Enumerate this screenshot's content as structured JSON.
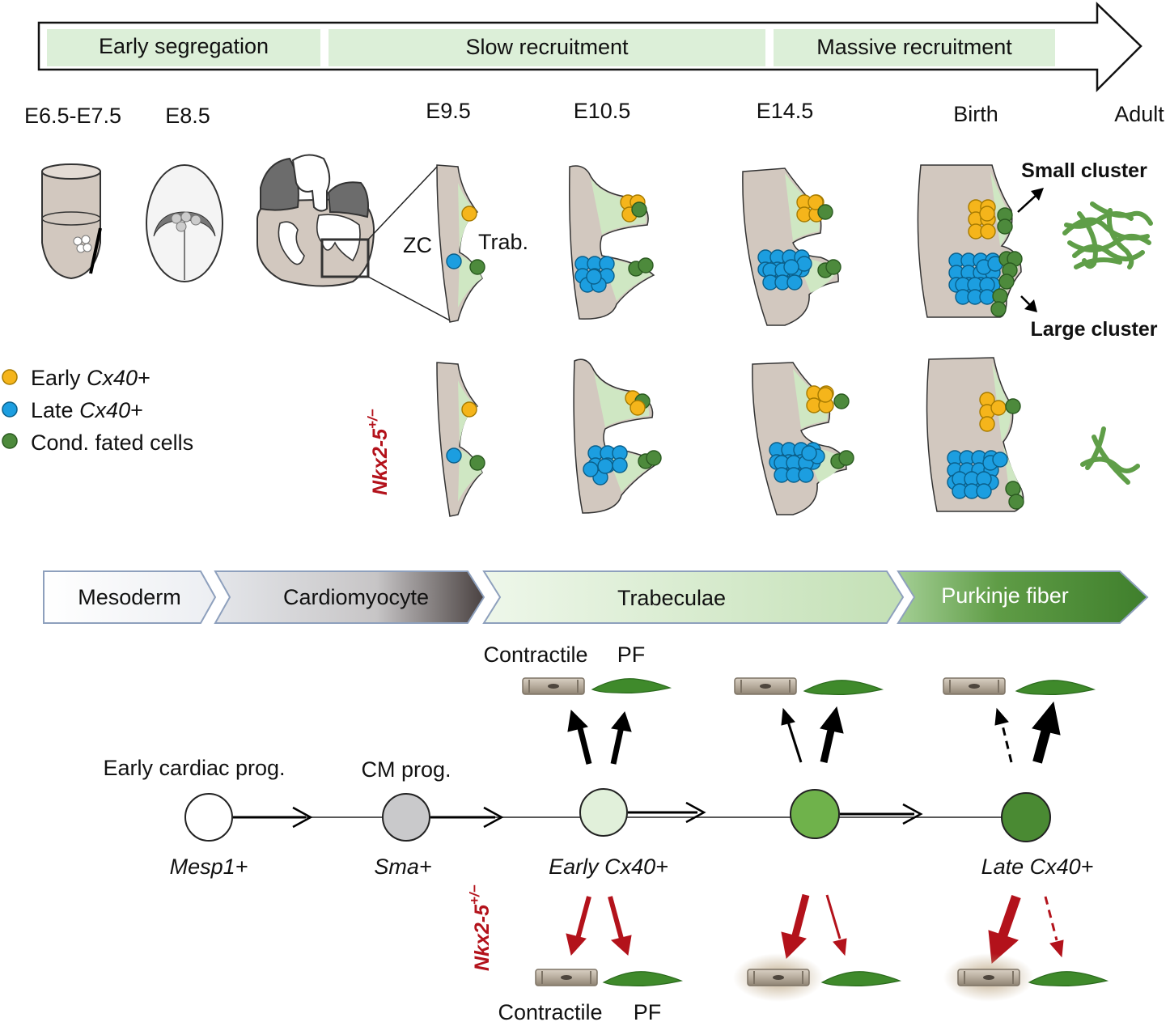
{
  "timeline": {
    "phases": [
      "Early segregation",
      "Slow recruitment",
      "Massive recruitment"
    ],
    "stages": [
      "E6.5-E7.5",
      "E8.5",
      "E9.5",
      "E10.5",
      "E14.5",
      "Birth",
      "Adult"
    ]
  },
  "labels": {
    "zc": "ZC",
    "trab": "Trab.",
    "small_cluster": "Small cluster",
    "large_cluster": "Large cluster",
    "mutant": "Nkx2-5",
    "mutant_sup": "+/−"
  },
  "legend": [
    {
      "prefix": "Early ",
      "italic": "Cx40",
      "suffix": "+",
      "color": "#f5b51b"
    },
    {
      "prefix": "Late ",
      "italic": "Cx40",
      "suffix": "+",
      "color": "#1c9ee0"
    },
    {
      "prefix": "Cond. fated cells",
      "italic": "",
      "suffix": "",
      "color": "#4d8a3c"
    }
  ],
  "lineage_bar": [
    "Mesoderm",
    "Cardiomyocyte",
    "Trabeculae",
    "Purkinje fiber"
  ],
  "nodes": [
    {
      "top": "Early cardiac prog.",
      "bottom": "Mesp1+"
    },
    {
      "top": "CM prog.",
      "bottom": "Sma+"
    },
    {
      "top": "",
      "bottom": "Early Cx40+"
    },
    {
      "top": "",
      "bottom": ""
    },
    {
      "top": "",
      "bottom": "Late Cx40+"
    }
  ],
  "fate_labels": {
    "contractile": "Contractile",
    "pf": "PF"
  },
  "colors": {
    "phase_fill": "#dcefd8",
    "tissue": "#d2c8bf",
    "trab_green": "#cfe7c3",
    "early_cx40": "#f5b51b",
    "late_cx40": "#1c9ee0",
    "cond_fated": "#4d8a3c",
    "pf_green": "#3f8a2b",
    "mutant_red": "#b3121b"
  }
}
